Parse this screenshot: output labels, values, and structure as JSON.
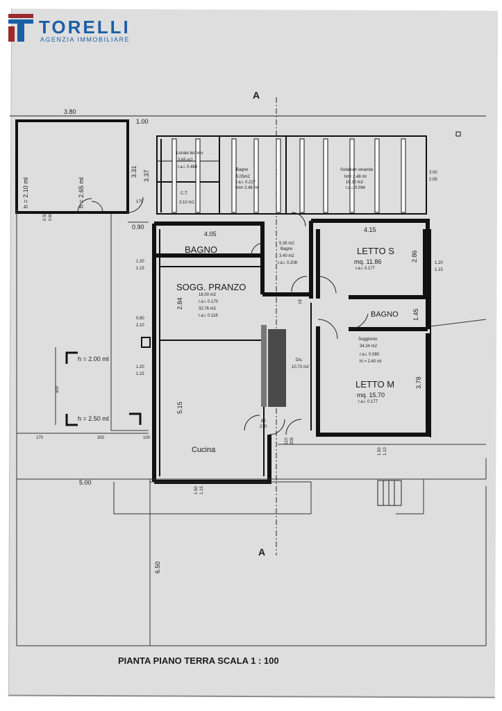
{
  "logo": {
    "name": "TORELLI",
    "subtitle": "AGENZIA IMMOBILIARE",
    "brand_color": "#1b5fa6"
  },
  "title": "PIANTA PIANO TERRA SCALA 1 : 100",
  "section_marks": [
    "A",
    "A"
  ],
  "rooms": {
    "bagno1": {
      "label": "BAGNO"
    },
    "soggiorno": {
      "label": "SOGG. PRANZO",
      "area": "18.00 m2",
      "rai": "r.a.i. 0.170",
      "area2": "32.76 m2",
      "rai2": "r.a.i. 0.116"
    },
    "cucina": {
      "label": "Cucina"
    },
    "letto_s": {
      "label": "LETTO S",
      "area": "mq. 11.86",
      "rai": "r.a.i. 0.177"
    },
    "bagno2": {
      "label": "BAGNO"
    },
    "letto_m": {
      "label": "LETTO M",
      "area": "mq. 15.70",
      "rai": "r.a.i. 0.177"
    },
    "soggiorno2": {
      "label": "Soggiorno",
      "area": "34.24 m2",
      "rai": "r.a.i. 0.080",
      "h": "hl = 2.40 ml"
    },
    "disimpegno": {
      "label": "Dis.",
      "area": "10.73 m2"
    },
    "bagno_center": {
      "area": "5.35 m2",
      "label": "Bagno",
      "area2": "3.40 m2",
      "rai": "r.a.i. 0.208"
    },
    "locale_tecnico": {
      "label": "Locale tecnico",
      "area": "3.65 m2",
      "rai": "r.a.i. 0.480"
    },
    "ct": {
      "label": "C.T.",
      "area": "3.10 m2"
    },
    "bagno_veranda": {
      "label": "Bagno",
      "area": "5.05m2",
      "rai": "r.a.i. 0.217",
      "h": "hmr 2.48 ml"
    },
    "solarium": {
      "label": "Solarium veranda",
      "h": "hmr 2.48 ml",
      "area": "16.30 m2",
      "rai": "r.a.i. 0.094"
    }
  },
  "garage": {
    "h1": "h = 2.10 ml",
    "h2": "h = 2.65 ml"
  },
  "stair_marks": {
    "h1": "h = 2.00 ml",
    "h2": "h = 2.50 ml"
  },
  "dimensions": {
    "d_380": "3.80",
    "d_100": "1.00",
    "d_337": "3.37",
    "d_331": "3.31",
    "d_090": "0.90",
    "d_405": "4.05",
    "d_415": "4.15",
    "d_120a": "1.20",
    "d_115a": "1.15",
    "d_120b": "1.20",
    "d_115b": "1.15",
    "d_080": "0.80",
    "d_210": "2.10",
    "d_120c": "1.20",
    "d_115c": "1.15",
    "d_284": "2.84",
    "d_515": "5.15",
    "d_286": "2.86",
    "d_145": "1.45",
    "d_378": "3.78",
    "d_500v": "500",
    "d_170": "170",
    "d_300": "300",
    "d_100b": "100",
    "d_500": "5.00",
    "d_650": "6.50",
    "d_300r": "3.00",
    "d_205": "2.05",
    "d_150": "1.50",
    "d_110": "1.10",
    "d_150b": "1.50",
    "d_115d": "1.15",
    "d_050": "0.50",
    "d_060": "0.60",
    "d_080b": "80",
    "d_210b": "210",
    "d_110b": "110",
    "d_205b": "205",
    "d_18": "18",
    "d_170b": "170"
  }
}
